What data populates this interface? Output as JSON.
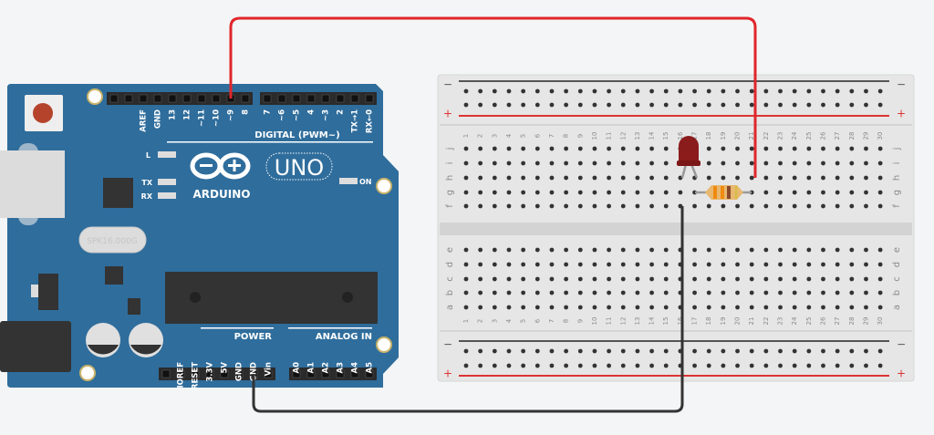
{
  "arduino": {
    "model": "UNO",
    "brand": "ARDUINO",
    "digital_header_label": "DIGITAL (PWM~)",
    "power_header_label": "POWER",
    "analog_header_label": "ANALOG IN",
    "led_labels": {
      "l": "L",
      "tx": "TX",
      "rx": "RX",
      "on": "ON"
    },
    "crystal_text": "SPK16.000G",
    "digital_pins_left": [
      "AREF",
      "GND",
      "13",
      "12",
      "~11",
      "~10",
      "~9",
      "8"
    ],
    "digital_pins_right": [
      "7",
      "~6",
      "~5",
      "4",
      "~3",
      "2",
      "TX→1",
      "RX←0"
    ],
    "power_pins": [
      "IOREF",
      "RESET",
      "3.3V",
      "5V",
      "GND",
      "GND",
      "Vin"
    ],
    "analog_pins": [
      "A0",
      "A1",
      "A2",
      "A3",
      "A4",
      "A5"
    ],
    "board_color": "#2f6d9c"
  },
  "breadboard": {
    "columns": 30,
    "rows_top": [
      "j",
      "i",
      "h",
      "g",
      "f"
    ],
    "rows_bottom": [
      "e",
      "d",
      "c",
      "b",
      "a"
    ],
    "rail_minus": "−",
    "rail_plus": "+"
  },
  "components": {
    "led": {
      "color": "#8b1c1c",
      "anode_column": 17,
      "cathode_column": 16
    },
    "resistor": {
      "from_column": 17,
      "to_column": 21,
      "row": "g"
    }
  },
  "wires": [
    {
      "name": "signal-wire",
      "from": "~9",
      "to": "h21",
      "color": "#e0262b"
    },
    {
      "name": "ground-wire",
      "from": "GND",
      "to": "f16",
      "color": "#333333"
    }
  ]
}
